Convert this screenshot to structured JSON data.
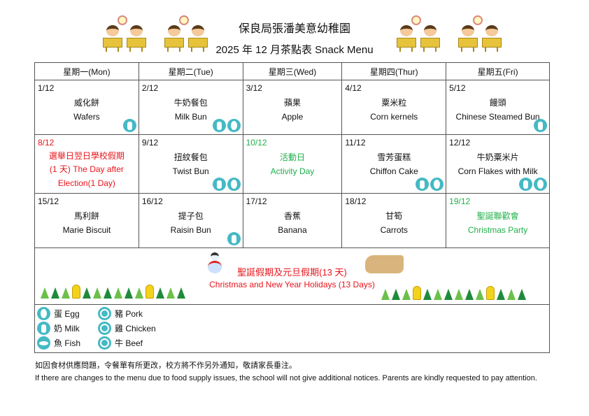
{
  "header": {
    "school": "保良局張潘美意幼稚園",
    "title": "2025 年 12 月茶點表 Snack Menu"
  },
  "weekdays": [
    "星期一(Mon)",
    "星期二(Tue)",
    "星期三(Wed)",
    "星期四(Thur)",
    "星期五(Fri)"
  ],
  "weeks": [
    [
      {
        "date": "1/12",
        "zh": "威化餅",
        "en": "Wafers",
        "icons": [
          "milk"
        ]
      },
      {
        "date": "2/12",
        "zh": "牛奶餐包",
        "en": "Milk Bun",
        "icons": [
          "milk",
          "egg"
        ]
      },
      {
        "date": "3/12",
        "zh": "蘋果",
        "en": "Apple",
        "icons": []
      },
      {
        "date": "4/12",
        "zh": "粟米粒",
        "en": "Corn kernels",
        "icons": []
      },
      {
        "date": "5/12",
        "zh": "饅頭",
        "en": "Chinese Steamed Bun",
        "icons": [
          "milk"
        ]
      }
    ],
    [
      {
        "date": "8/12",
        "zh": "選舉日翌日學校假期",
        "en": "(1 天) The Day after Election(1 Day)",
        "icons": [],
        "color": "red"
      },
      {
        "date": "9/12",
        "zh": "扭紋餐包",
        "en": "Twist Bun",
        "icons": [
          "milk",
          "egg"
        ]
      },
      {
        "date": "10/12",
        "zh": "活動日",
        "en": "Activity Day",
        "icons": [],
        "color": "green"
      },
      {
        "date": "11/12",
        "zh": "雪芳蛋糕",
        "en": "Chiffon Cake",
        "icons": [
          "milk",
          "egg"
        ]
      },
      {
        "date": "12/12",
        "zh": "牛奶粟米片",
        "en": "Corn Flakes with Milk",
        "icons": [
          "milk",
          "egg"
        ]
      }
    ],
    [
      {
        "date": "15/12",
        "zh": "馬利餅",
        "en": "Marie Biscuit",
        "icons": []
      },
      {
        "date": "16/12",
        "zh": "提子包",
        "en": "Raisin Bun",
        "icons": [
          "milk"
        ]
      },
      {
        "date": "17/12",
        "zh": "香蕉",
        "en": "Banana",
        "icons": []
      },
      {
        "date": "18/12",
        "zh": "甘筍",
        "en": "Carrots",
        "icons": []
      },
      {
        "date": "19/12",
        "zh": "聖誕聯歡會",
        "en": "Christmas Party",
        "icons": [],
        "color": "green",
        "datecolor": "green"
      }
    ]
  ],
  "holiday": {
    "zh": "聖誕假期及元旦假期(13  天)",
    "en": "Christmas and New Year Holidays (13 Days)"
  },
  "legend": [
    {
      "icon": "egg",
      "label": "蛋  Egg"
    },
    {
      "icon": "milk",
      "label": "奶  Milk"
    },
    {
      "icon": "fish",
      "label": "魚  Fish"
    },
    {
      "icon": "pork",
      "label": "豬 Pork"
    },
    {
      "icon": "chicken",
      "label": "雞 Chicken"
    },
    {
      "icon": "beef",
      "label": "牛 Beef"
    }
  ],
  "notes": {
    "zh": "如因食材供應問題，令餐單有所更改，校方將不作另外通知，敬請家長垂注。",
    "en": "If there are changes to the menu due to food supply issues, the school will not give additional notices. Parents are kindly requested to pay attention."
  },
  "colors": {
    "red": "#e8141b",
    "green": "#1fb04a",
    "icon": "#45b9c4"
  }
}
